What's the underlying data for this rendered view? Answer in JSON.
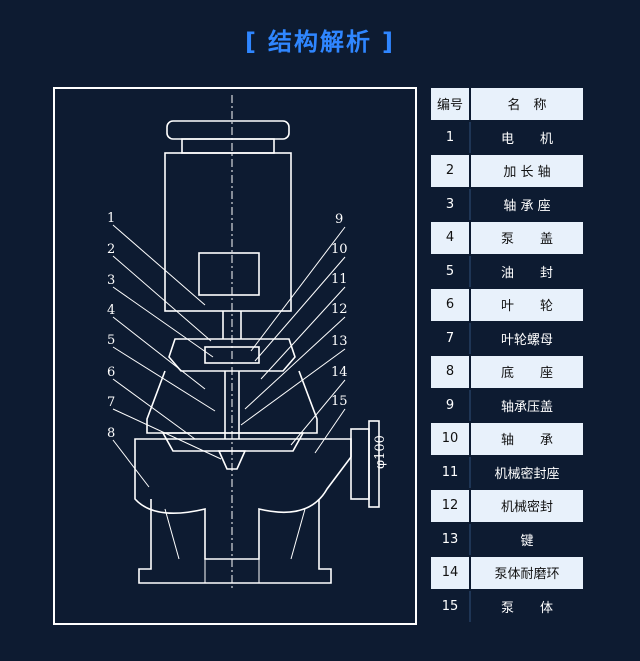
{
  "title": "结构解析",
  "title_brackets": [
    "[",
    "]"
  ],
  "drawing": {
    "callouts": [
      "1",
      "2",
      "3",
      "4",
      "5",
      "6",
      "7",
      "8",
      "9",
      "10",
      "11",
      "12",
      "13",
      "14",
      "15"
    ],
    "dimension": "φ100"
  },
  "table": {
    "headers": [
      "编号",
      "名　称"
    ],
    "rows": [
      {
        "no": "1",
        "name": "电　　机"
      },
      {
        "no": "2",
        "name": "加 长 轴"
      },
      {
        "no": "3",
        "name": "轴 承 座"
      },
      {
        "no": "4",
        "name": "泵　　盖"
      },
      {
        "no": "5",
        "name": "油　　封"
      },
      {
        "no": "6",
        "name": "叶　　轮"
      },
      {
        "no": "7",
        "name": "叶轮螺母"
      },
      {
        "no": "8",
        "name": "底　　座"
      },
      {
        "no": "9",
        "name": "轴承压盖"
      },
      {
        "no": "10",
        "name": "轴　　承"
      },
      {
        "no": "11",
        "name": "机械密封座"
      },
      {
        "no": "12",
        "name": "机械密封"
      },
      {
        "no": "13",
        "name": "键"
      },
      {
        "no": "14",
        "name": "泵体耐磨环"
      },
      {
        "no": "15",
        "name": "泵　　体"
      }
    ]
  },
  "colors": {
    "background": "#0d1b31",
    "accent": "#2f86ff",
    "row_light": "#e8f1fb",
    "line": "#ffffff"
  }
}
